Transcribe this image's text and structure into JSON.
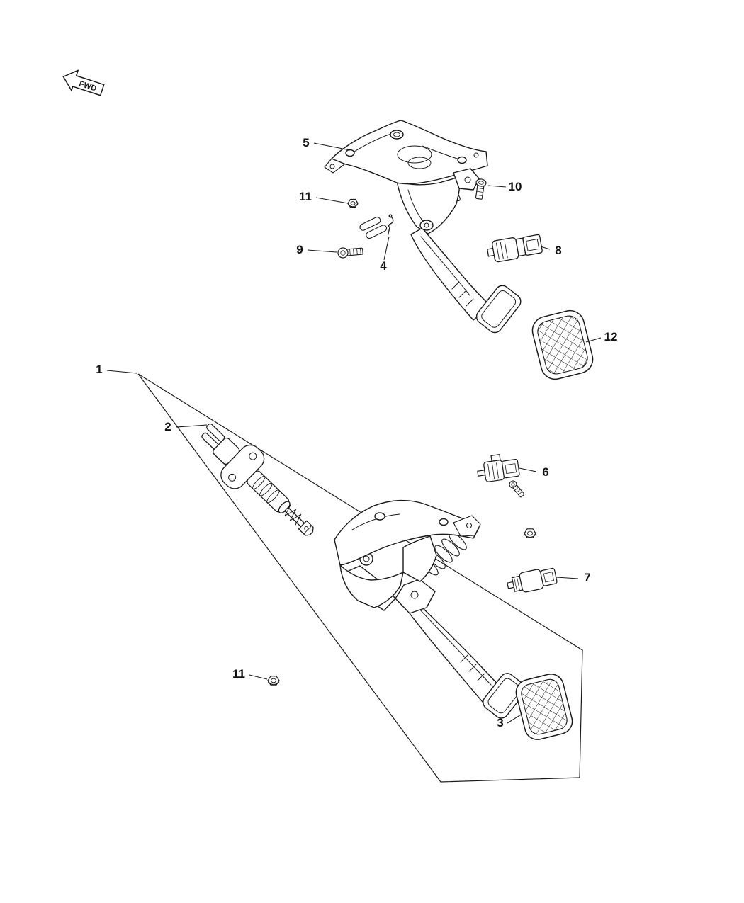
{
  "colors": {
    "background": "#ffffff",
    "line": "#1a1a1a"
  },
  "fwd": {
    "label": "FWD"
  },
  "callouts": [
    {
      "label": "5"
    },
    {
      "label": "11"
    },
    {
      "label": "10"
    },
    {
      "label": "9"
    },
    {
      "label": "4"
    },
    {
      "label": "8"
    },
    {
      "label": "12"
    },
    {
      "label": "1"
    },
    {
      "label": "2"
    },
    {
      "label": "6"
    },
    {
      "label": "7"
    },
    {
      "label": "11"
    },
    {
      "label": "3"
    }
  ]
}
